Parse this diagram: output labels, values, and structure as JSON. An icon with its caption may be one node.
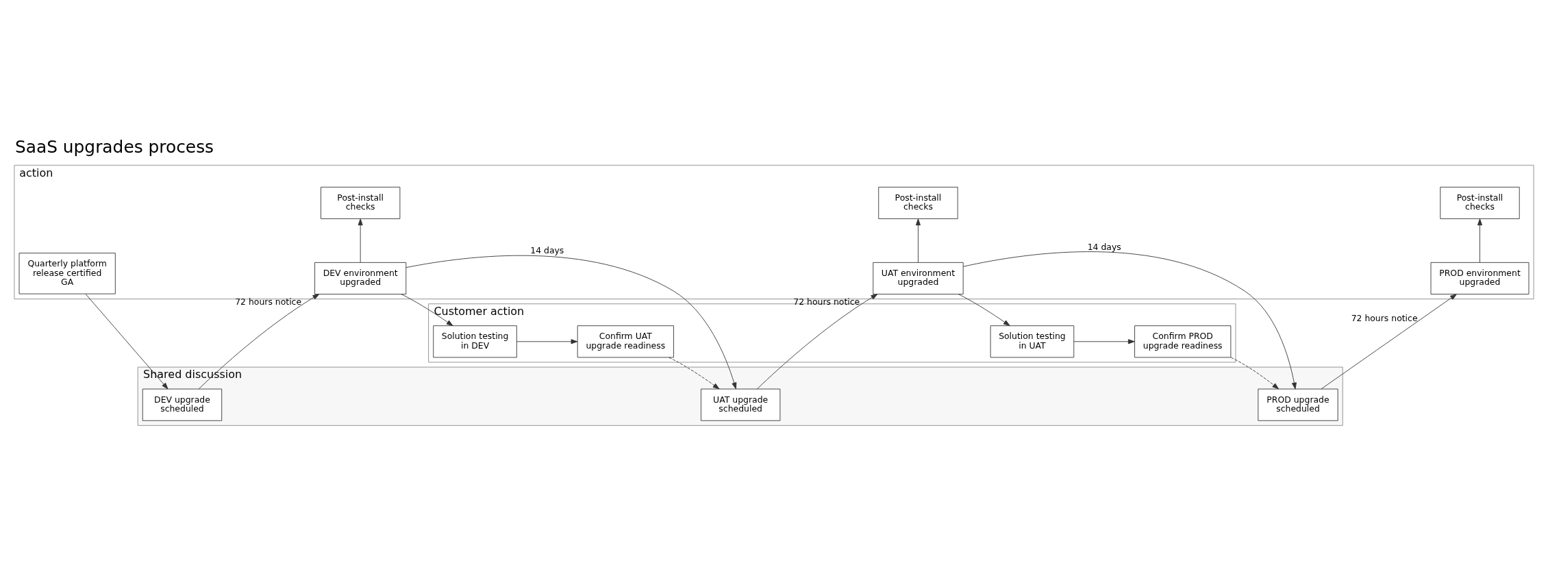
{
  "diagram": {
    "title": "SaaS upgrades process",
    "nodes": [
      {
        "text": [
          "Customer action"
        ]
      },
      {
        "text": [
          "Shared discussion"
        ]
      },
      {
        "text": [
          "action"
        ]
      },
      {
        "text": [
          "Solution testing in DEV"
        ],
        "in": 0
      },
      {
        "text": [
          "Confirm UAT upgrade readiness"
        ],
        "in": 0
      },
      {
        "text": [
          "Solution testing in UAT"
        ],
        "in": 0
      },
      {
        "text": [
          "Confirm PROD upgrade readiness"
        ],
        "in": 0
      },
      {
        "text": [
          "DEV upgrade scheduled"
        ],
        "in": 1
      },
      {
        "text": [
          "UAT upgrade scheduled"
        ],
        "in": 1
      },
      {
        "text": [
          "PROD upgrade scheduled"
        ],
        "in": 1
      },
      {
        "text": [
          "Quarterly platform release certified GA"
        ],
        "in": 2
      },
      {
        "text": [
          "DEV environment upgraded"
        ],
        "in": 2
      },
      {
        "text": [
          "Post-install checks"
        ],
        "in": 2
      },
      {
        "text": [
          "UAT environment upgraded"
        ],
        "in": 2
      },
      {
        "text": [
          "Post-install checks"
        ],
        "in": 2
      },
      {
        "text": [
          "PROD environment upgraded"
        ],
        "in": 2
      },
      {
        "text": [
          "Post-install checks"
        ],
        "in": 2
      }
    ],
    "edges": [
      {
        "from": 10,
        "to": 7,
        "arrow": "to"
      },
      {
        "from": 7,
        "to": 11,
        "arrow": "to",
        "label": "72 hours notice"
      },
      {
        "from": 11,
        "to": 12,
        "arrow": "to"
      },
      {
        "from": 11,
        "to": 3,
        "arrow": "to"
      },
      {
        "from": 11,
        "to": 8,
        "arrow": "to",
        "label": "14 days"
      },
      {
        "from": 3,
        "to": 4,
        "arrow": "to"
      },
      {
        "from": 4,
        "to": 8,
        "arrow": "to",
        "style": "dashed"
      },
      {
        "from": 8,
        "to": 13,
        "arrow": "to",
        "label": "72 hours notice"
      },
      {
        "from": 13,
        "to": 14,
        "arrow": "to"
      },
      {
        "from": 13,
        "to": 5,
        "arrow": "to"
      },
      {
        "from": 13,
        "to": 9,
        "arrow": "to",
        "label": "14 days"
      },
      {
        "from": 5,
        "to": 6,
        "arrow": "to"
      },
      {
        "from": 6,
        "to": 9,
        "arrow": "to",
        "style": "dashed"
      },
      {
        "from": 9,
        "to": 15,
        "arrow": "to",
        "label": "72 hours notice"
      },
      {
        "from": 15,
        "to": 16,
        "arrow": "to"
      }
    ]
  }
}
